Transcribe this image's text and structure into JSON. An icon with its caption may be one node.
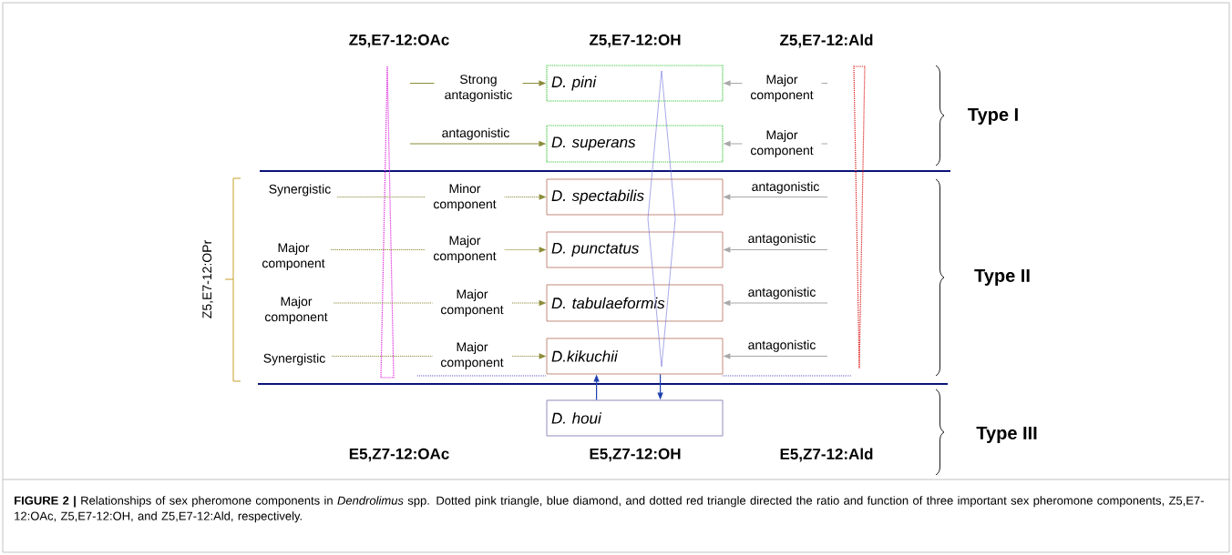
{
  "diagram": {
    "caption": "**FIGURE 2 |** Relationships of sex pheromone components in *Dendrolimus* spp. Dotted pink triangle, blue diamond, and dotted red triangle directed the ratio and function of three important sex pheromone components, Z5,E7-12:OAc, Z5,E7-12:OH, and Z5,E7-12:Ald, respectively.",
    "nodes": [
      {
        "text": [
          "D. pini"
        ]
      },
      {
        "text": [
          "D. superans"
        ]
      },
      {
        "text": [
          "D. spectabilis"
        ]
      },
      {
        "text": [
          "D. punctatus"
        ]
      },
      {
        "text": [
          "D. tabulaeformis"
        ]
      },
      {
        "text": [
          "D.kikuchii"
        ]
      },
      {
        "text": [
          "D. houi"
        ]
      },
      {
        "text": [
          "Synergistic"
        ]
      },
      {
        "text": [
          "Major component"
        ]
      },
      {
        "text": [
          "Major component"
        ]
      },
      {
        "text": [
          "Synergistic"
        ]
      },
      {
        "text": [],
        "shape": "triangle"
      },
      {
        "text": [],
        "shape": "diamond"
      },
      {
        "text": [],
        "shape": "triangle"
      }
    ],
    "edges": [
      {
        "from": null,
        "to": 0,
        "arrow": "to",
        "label": "Strong antagonistic",
        "color": "#8c8c3a"
      },
      {
        "from": null,
        "to": 0,
        "arrow": "to",
        "label": "Major component",
        "color": "#a8a8a8"
      },
      {
        "from": null,
        "to": 1,
        "arrow": "to",
        "label": "antagonistic",
        "color": "#8c8c3a"
      },
      {
        "from": null,
        "to": 1,
        "arrow": "to",
        "label": "Major component",
        "color": "#a8a8a8"
      },
      {
        "from": 7,
        "to": 2,
        "arrow": "to",
        "label": "Minor component",
        "style": "dashed",
        "color": "#8c8c3a"
      },
      {
        "from": null,
        "to": 2,
        "arrow": "to",
        "label": "antagonistic",
        "color": "#a8a8a8"
      },
      {
        "from": 8,
        "to": 3,
        "arrow": "to",
        "label": "Major component",
        "style": "dashed",
        "color": "#8c8c3a"
      },
      {
        "from": null,
        "to": 3,
        "arrow": "to",
        "label": "antagonistic",
        "color": "#a8a8a8"
      },
      {
        "from": 9,
        "to": 4,
        "arrow": "to",
        "label": "Major component",
        "style": "dashed",
        "color": "#8c8c3a"
      },
      {
        "from": null,
        "to": 4,
        "arrow": "to",
        "label": "antagonistic",
        "color": "#a8a8a8"
      },
      {
        "from": 10,
        "to": 5,
        "arrow": "to",
        "label": "Major component",
        "style": "dashed",
        "color": "#8c8c3a"
      },
      {
        "from": null,
        "to": 5,
        "arrow": "to",
        "label": "antagonistic",
        "color": "#a8a8a8"
      },
      {
        "from": 6,
        "to": 5,
        "arrow": "to",
        "color": "#1f3fb0"
      },
      {
        "from": 5,
        "to": 6,
        "arrow": "to",
        "color": "#1f3fb0"
      }
    ],
    "labels": [
      "Z5,E7-12:OAc",
      "Z5,E7-12:OH",
      "Z5,E7-12:Ald",
      "Type I",
      "Z5,E7-12:OPr",
      "Type II",
      "Type III",
      "E5,Z7-12:OAc",
      "E5,Z7-12:OH",
      "E5,Z7-12:Ald"
    ]
  }
}
